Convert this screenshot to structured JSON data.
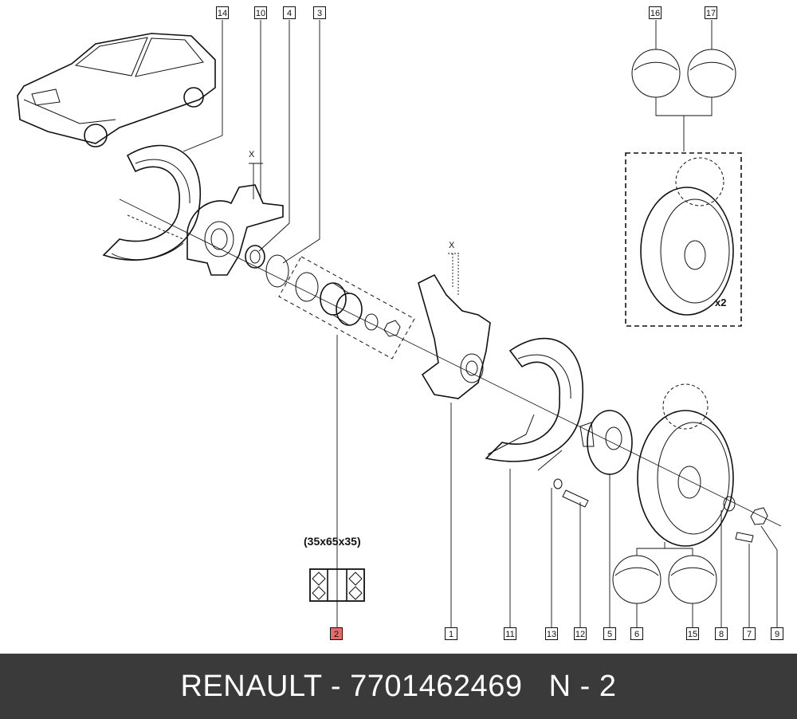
{
  "callouts": {
    "c14": "14",
    "c10": "10",
    "c4": "4",
    "c3": "3",
    "c16": "16",
    "c17": "17",
    "c2": "2",
    "c1": "1",
    "c11": "11",
    "c13": "13",
    "c12": "12",
    "c5": "5",
    "c6": "6",
    "c15": "15",
    "c8": "8",
    "c7": "7",
    "c9": "9"
  },
  "bearing_dimensions": "(35x65x35)",
  "quantity_label": "x2",
  "dimension_marker": "X",
  "footer": {
    "brand": "RENAULT",
    "separator": " - ",
    "part_number": "7701462469",
    "sheet": "N - 2"
  },
  "colors": {
    "footer_bg": "#3a3a3a",
    "highlight_callout": "#e86a6a",
    "line": "#111111"
  }
}
